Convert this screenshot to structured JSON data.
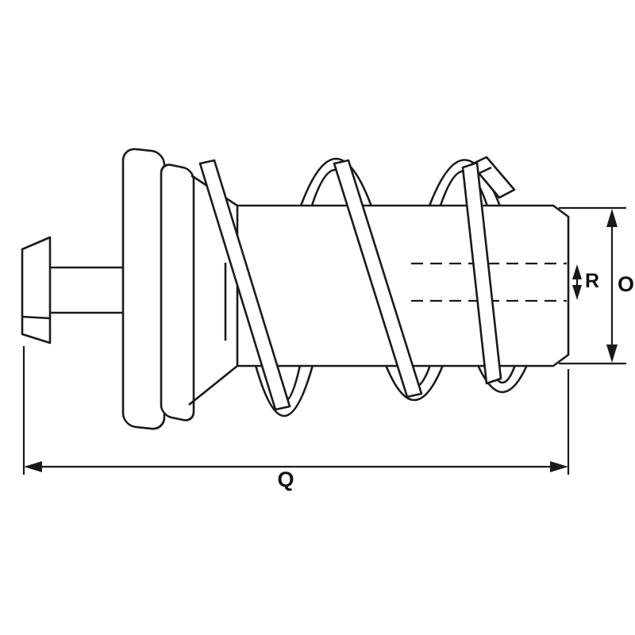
{
  "page": {
    "background": "#ffffff",
    "stroke_color": "#1a1a1a"
  },
  "drawing": {
    "description": "Technical line drawing of a plunger / starter drive part with coil spring, shown with dimension callouts",
    "dimension_labels": {
      "overall_length": "Q",
      "bore_diameter": "R",
      "outer_diameter": "O"
    }
  }
}
